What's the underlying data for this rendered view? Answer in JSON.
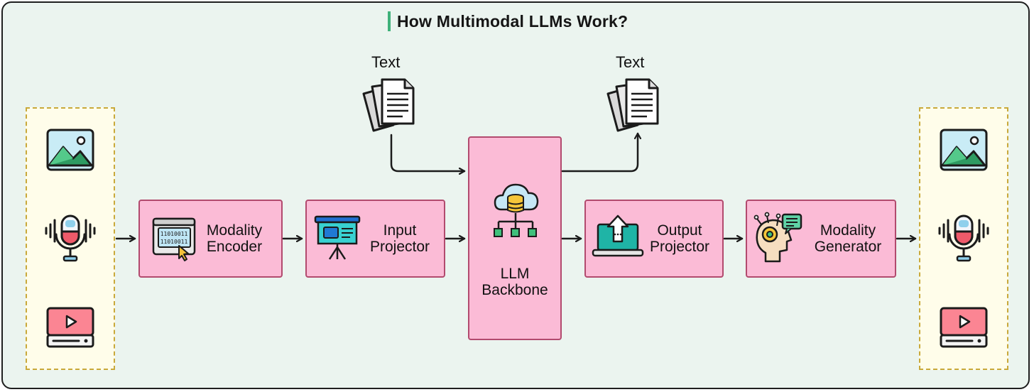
{
  "title": "How Multimodal LLMs Work?",
  "text_input_label": "Text",
  "text_output_label": "Text",
  "components": {
    "modality_encoder": {
      "line1": "Modality",
      "line2": "Encoder"
    },
    "input_projector": {
      "line1": "Input",
      "line2": "Projector"
    },
    "llm_backbone": {
      "line1": "LLM",
      "line2": "Backbone"
    },
    "output_projector": {
      "line1": "Output",
      "line2": "Projector"
    },
    "modality_generator": {
      "line1": "Modality",
      "line2": "Generator"
    }
  },
  "modalities": {
    "input": [
      "image-icon",
      "audio-icon",
      "video-icon"
    ],
    "output": [
      "image-icon",
      "audio-icon",
      "video-icon"
    ]
  },
  "colors": {
    "background": "#ebf4ef",
    "box_fill": "#fbbbd6",
    "box_border": "#b24a6e",
    "panel_fill": "#fffdea",
    "panel_border": "#c9a93a",
    "title_accent": "#3fb17a"
  }
}
